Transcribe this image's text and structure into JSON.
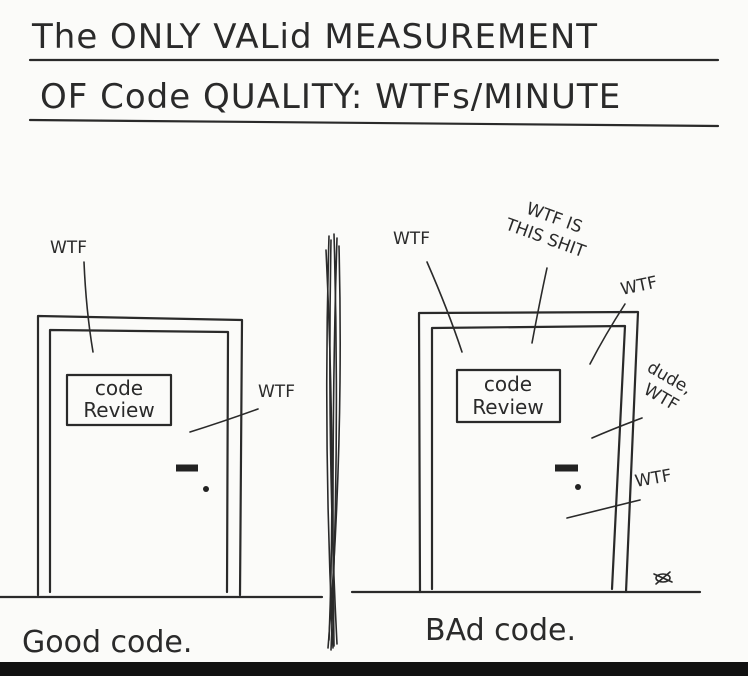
{
  "title": {
    "line1": "The ONLY VALid MEASUREMENT",
    "line2": "OF Code QUALITY: WTFs/MINUTE"
  },
  "good_panel": {
    "sign_line1": "code",
    "sign_line2": "Review",
    "wtf_labels": [
      "WTF",
      "WTF"
    ],
    "caption": "Good code."
  },
  "bad_panel": {
    "sign_line1": "code",
    "sign_line2": "Review",
    "wtf_top_left": "WTF",
    "wtf_is_line1": "WTF IS",
    "wtf_is_line2": "THIS SHIT",
    "wtf_right": "WTF",
    "dude_line1": "dude,",
    "dude_line2": "WTF",
    "wtf_bottom": "WTF",
    "caption": "BAd code."
  },
  "colors": {
    "ink": "#2a2a2a",
    "paper": "#fbfbf9"
  }
}
